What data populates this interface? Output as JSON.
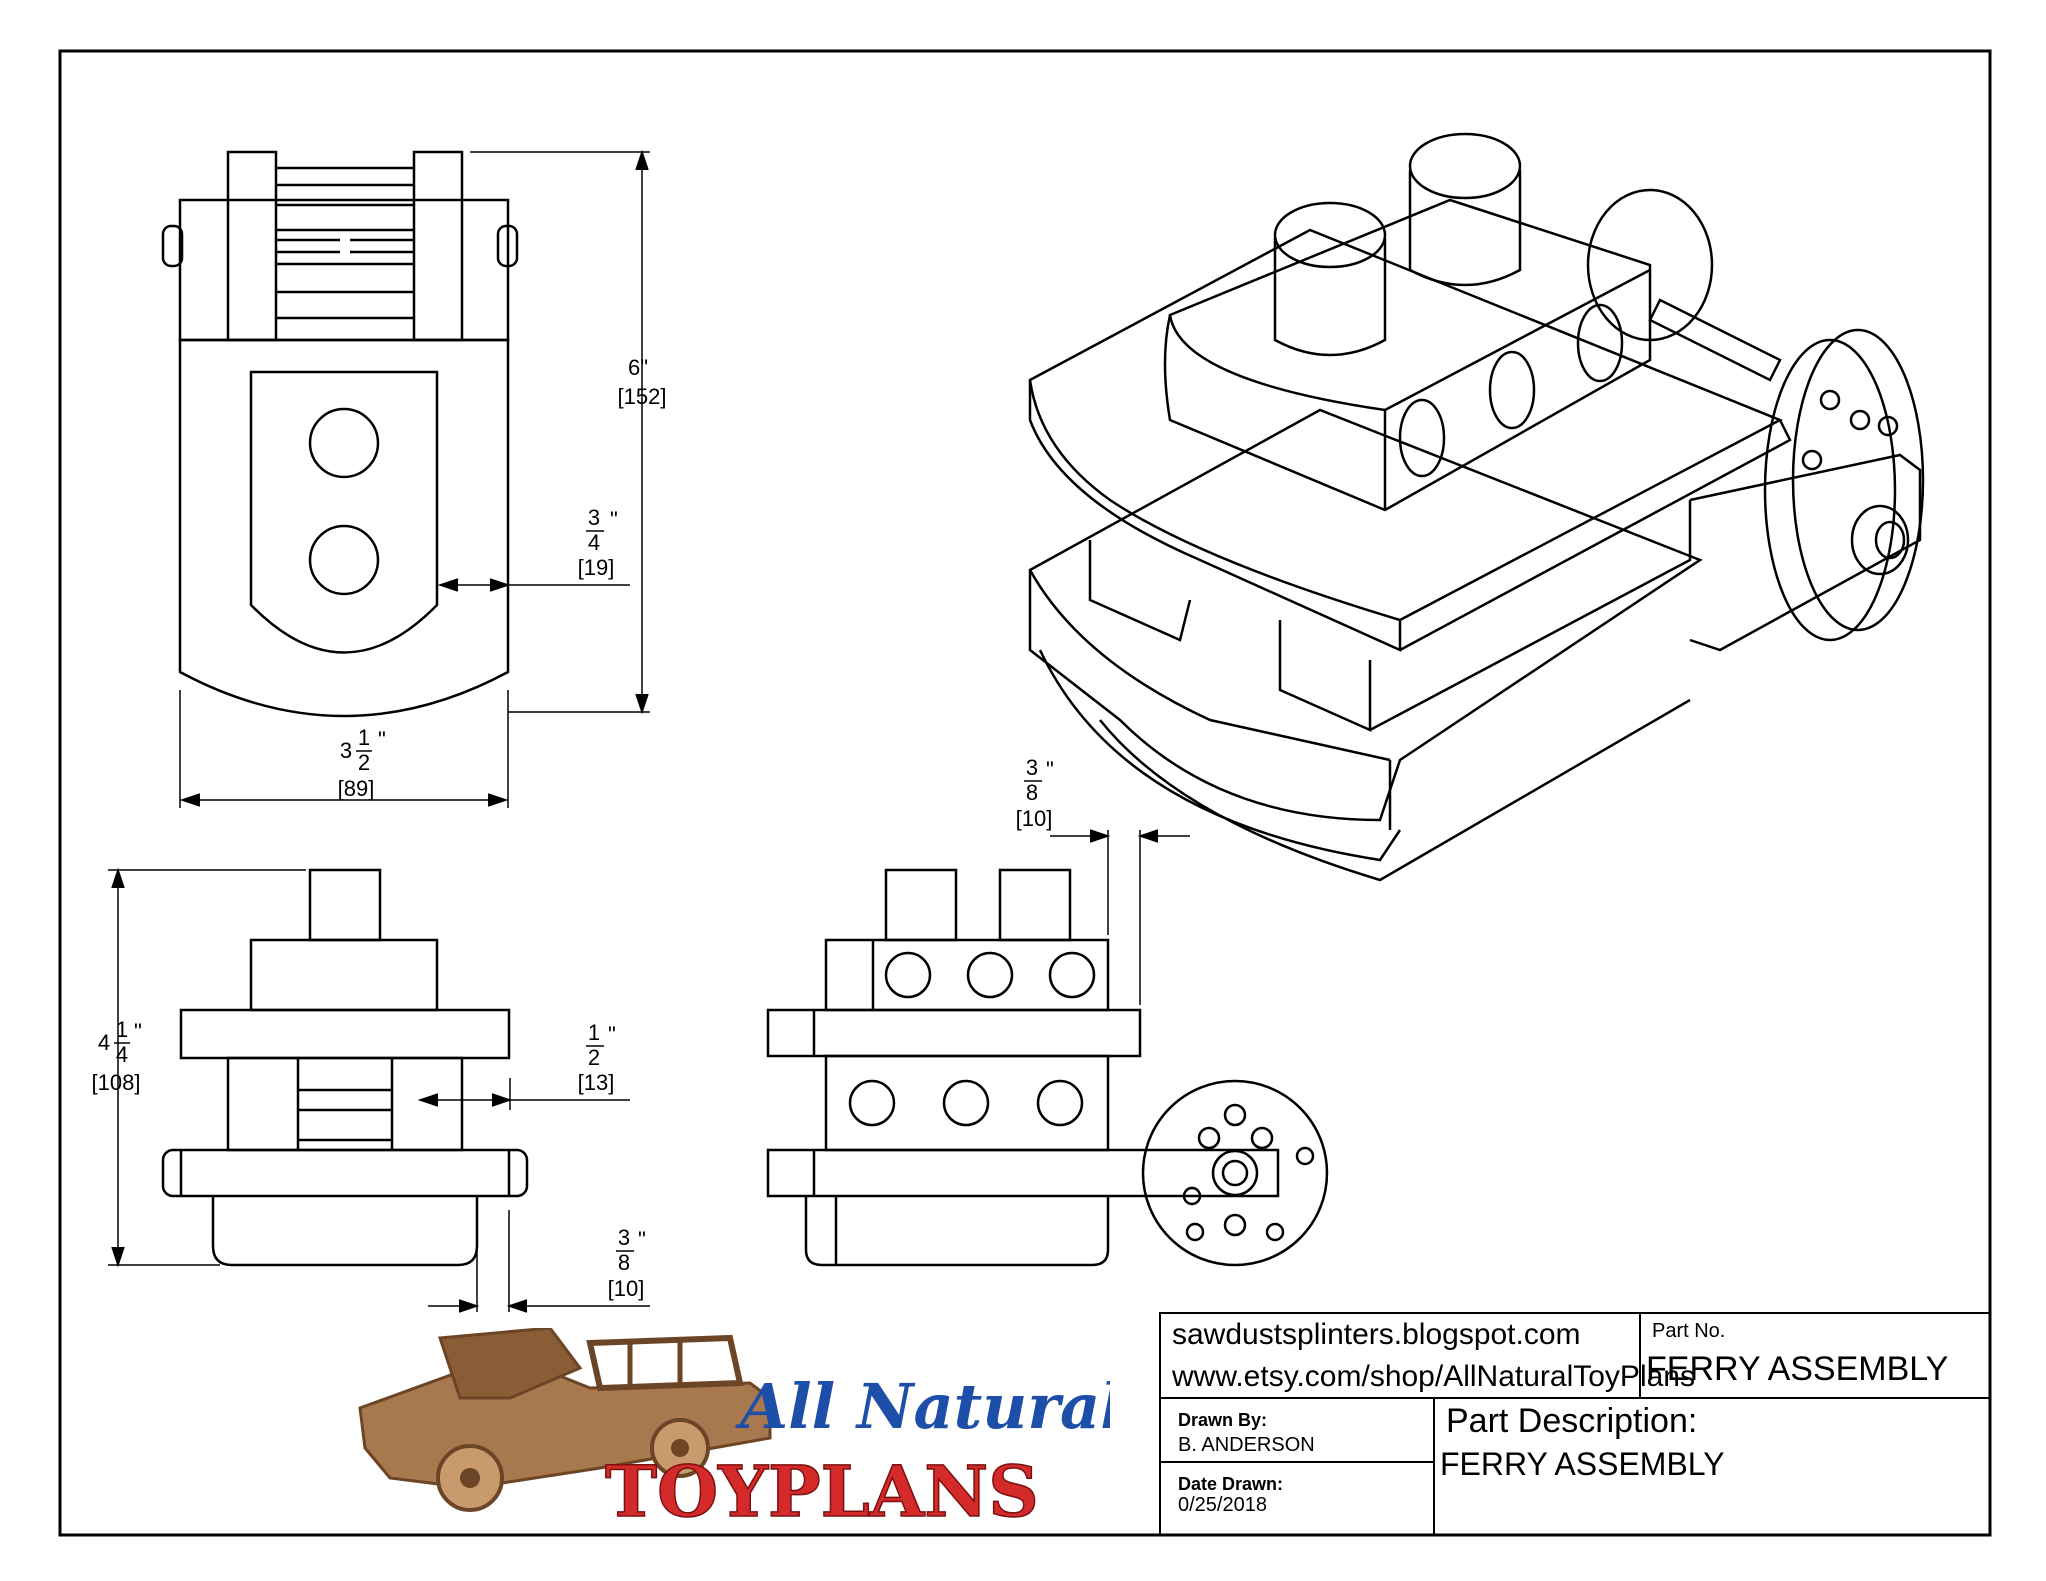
{
  "dimensions": {
    "height_top": {
      "frac_num": "",
      "frac_den": "",
      "whole": "6\"",
      "mm": "[152]"
    },
    "inset": {
      "whole": "",
      "frac_num": "3",
      "frac_den": "4",
      "unit": "\"",
      "mm": "[19]"
    },
    "width_top": {
      "whole": "3",
      "frac_num": "1",
      "frac_den": "2",
      "unit": "\"",
      "mm": "[89]"
    },
    "height_front": {
      "whole": "4",
      "frac_num": "1",
      "frac_den": "4",
      "unit": "\"",
      "mm": "[108]"
    },
    "step_half": {
      "whole": "",
      "frac_num": "1",
      "frac_den": "2",
      "unit": "\"",
      "mm": "[13]"
    },
    "step_bottom": {
      "whole": "",
      "frac_num": "3",
      "frac_den": "8",
      "unit": "\"",
      "mm": "[10]"
    },
    "step_side": {
      "whole": "",
      "frac_num": "3",
      "frac_den": "8",
      "unit": "\"",
      "mm": "[10]"
    }
  },
  "title_block": {
    "website": "sawdustsplinters.blogspot.com",
    "shop": "www.etsy.com/shop/AllNaturalToyPlans",
    "part_no_label": "Part No.",
    "part_no": "FERRY ASSEMBLY",
    "drawn_by_label": "Drawn By:",
    "drawn_by": "B. ANDERSON",
    "date_label": "Date Drawn:",
    "date": "0/25/2018",
    "part_desc_label": "Part Description:",
    "part_desc": "FERRY ASSEMBLY"
  },
  "logo": {
    "line1": "All Natural",
    "line2": "TOYPLANS",
    "colors": {
      "wood": "#a8784e",
      "wood_dark": "#6b4526",
      "blue": "#1e4fa8",
      "red": "#d42a2a"
    }
  }
}
